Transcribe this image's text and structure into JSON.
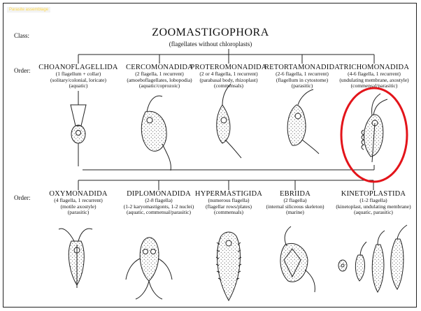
{
  "corner_tag": "Parasite assemblage",
  "class_label": "Class:",
  "order_label": "Order:",
  "title": "ZOOMASTIGOPHORA",
  "subtitle": "(flagellates without chloroplasts)",
  "row1": [
    {
      "name": "CHOANOFLAGELLIDA",
      "desc": [
        "(1 flagellum + collar)",
        "(solitary/colonial, loricate)",
        "(aquatic)"
      ]
    },
    {
      "name": "CERCOMONADIDA",
      "desc": [
        "(2 flagella, 1 recurrent)",
        "(amoeboflagellates, lobopodia)",
        "(aquatic/coprozoic)"
      ]
    },
    {
      "name": "PROTEROMONADIDA",
      "desc": [
        "(2 or 4 flagella, 1 recurrent)",
        "(parabasal body, rhizoplast)",
        "(commensals)"
      ]
    },
    {
      "name": "RETORTAMONADIDA",
      "desc": [
        "(2-6 flagella, 1 recurrent)",
        "(flagellum in cytostome)",
        "(parasitic)"
      ]
    },
    {
      "name": "TRICHOMONADIDA",
      "desc": [
        "(4-6 flagella, 1 recurrent)",
        "(undulating membrane, axostyle)",
        "(commensal/parasitic)"
      ]
    }
  ],
  "row2": [
    {
      "name": "OXYMONADIDA",
      "desc": [
        "(4 flagella, 1 recurrent)",
        "(motile axostyle)",
        "(parasitic)"
      ]
    },
    {
      "name": "DIPLOMONADIDA",
      "desc": [
        "(2-8 flagella)",
        "(1-2 karyomastigonts, 1-2 nuclei)",
        "(aquatic, commensal/parasitic)"
      ]
    },
    {
      "name": "HYPERMASTIGIDA",
      "desc": [
        "(numerous flagella)",
        "(flagellar rows/plates)",
        "(commensals)"
      ]
    },
    {
      "name": "EBRIIDA",
      "desc": [
        "(2 flagella)",
        "(internal siliceous skeleton)",
        "(marine)"
      ]
    },
    {
      "name": "KINETOPLASTIDA",
      "desc": [
        "(1-2 flagella)",
        "(kinetoplast, undulating membrane)",
        "(aquatic, parasitic)"
      ]
    }
  ],
  "highlight_color": "#e3141a"
}
